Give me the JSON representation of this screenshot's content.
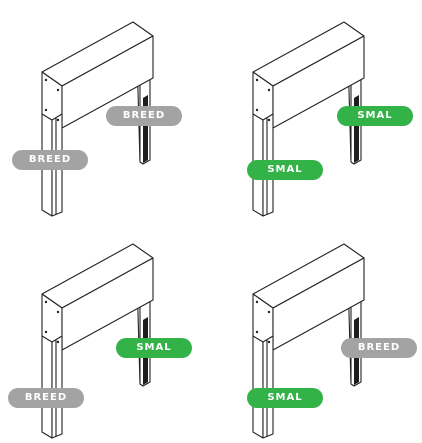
{
  "colors": {
    "grey_badge": "#a3a3a3",
    "green_badge": "#33b347",
    "line": "#222222"
  },
  "panels": [
    {
      "left_label": "BREED",
      "left_color": "grey",
      "right_label": "BREED",
      "right_color": "grey"
    },
    {
      "left_label": "SMAL",
      "left_color": "green",
      "right_label": "SMAL",
      "right_color": "green"
    },
    {
      "left_label": "BREED",
      "left_color": "grey",
      "right_label": "SMAL",
      "right_color": "green"
    },
    {
      "left_label": "SMAL",
      "left_color": "green",
      "right_label": "BREED",
      "right_color": "grey"
    }
  ]
}
